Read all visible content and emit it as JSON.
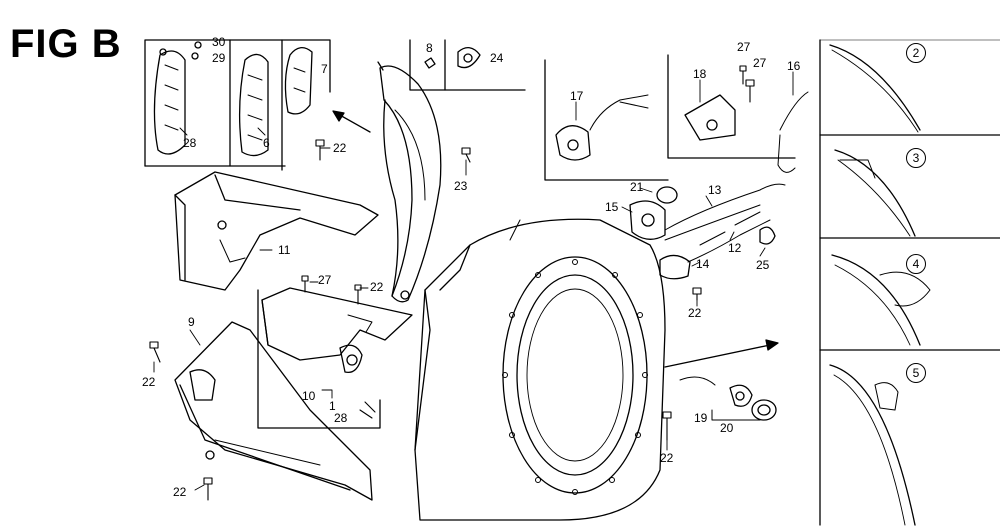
{
  "figure": {
    "title": "FIG B",
    "callouts": [
      "30",
      "29",
      "28",
      "6",
      "7",
      "8",
      "24",
      "22",
      "23",
      "11",
      "27",
      "22",
      "9",
      "22",
      "10",
      "1",
      "28",
      "22",
      "17",
      "18",
      "27",
      "27",
      "16",
      "21",
      "13",
      "15",
      "12",
      "14",
      "25",
      "22",
      "22",
      "19",
      "20"
    ],
    "detail_views": [
      "2",
      "3",
      "4",
      "5"
    ]
  }
}
